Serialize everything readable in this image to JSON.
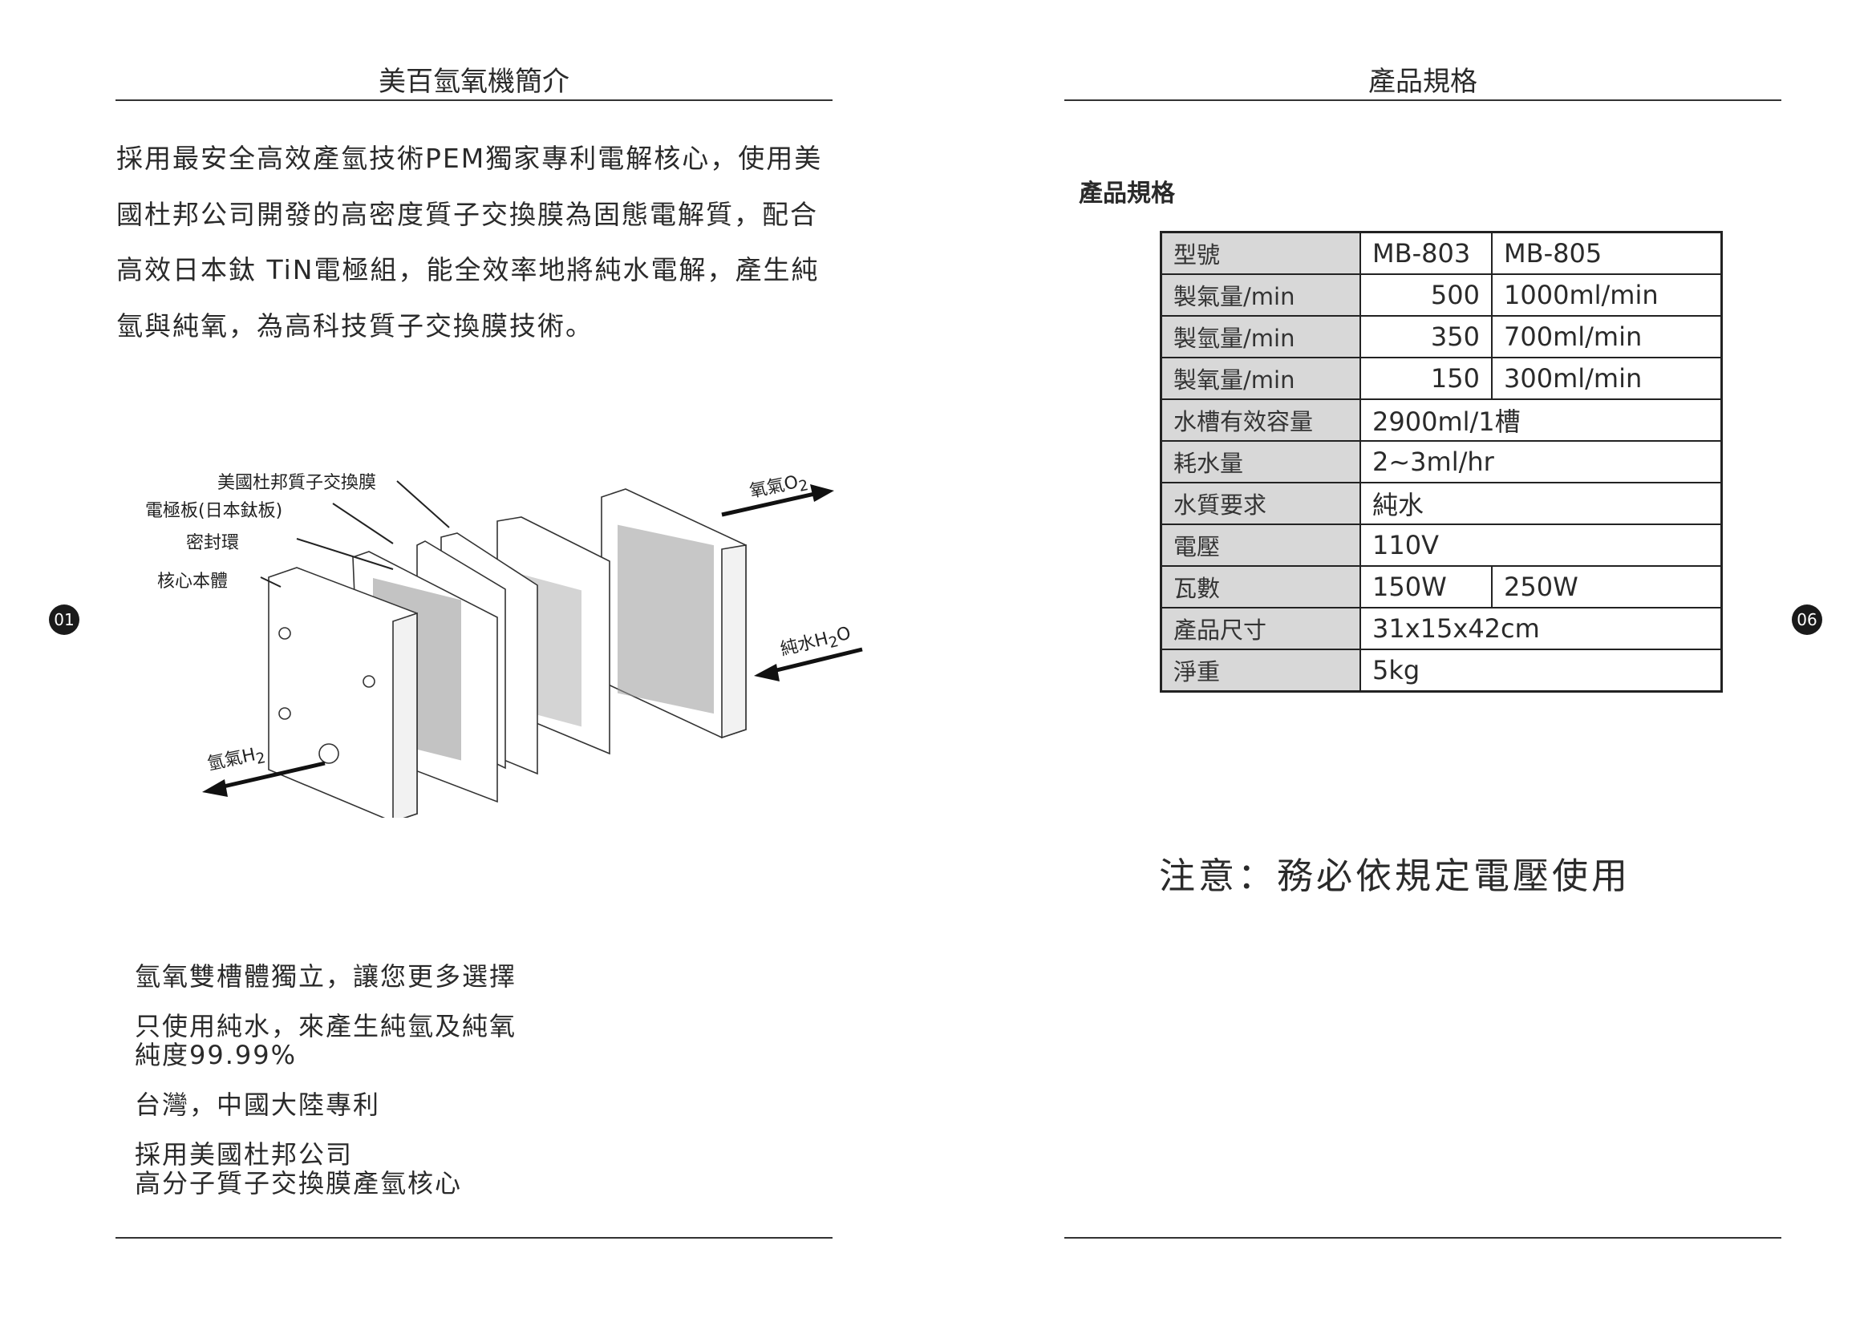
{
  "left_page": {
    "title": "美百氫氧機簡介",
    "paragraph": [
      "採用最安全高效產氫技術PEM獨家專利電解核心，使用美",
      "國杜邦公司開發的高密度質子交換膜為固態電解質，配合",
      "高效日本鈦 TiN電極組，能全效率地將純水電解，產生純",
      "氫與純氧，為高科技質子交換膜技術。"
    ],
    "diagram": {
      "labels": [
        "美國杜邦質子交換膜",
        "電極板(日本鈦板)",
        "密封環",
        "核心本體"
      ],
      "oxygen": "氧氣O",
      "oxygen_sub": "2",
      "water": "純水H",
      "water_sub": "2",
      "water_end": "O",
      "hydrogen": "氫氣H",
      "hydrogen_sub": "2"
    },
    "features": [
      "氫氧雙槽體獨立，讓您更多選擇",
      "只使用純水，來產生純氫及純氧",
      "純度99.99%",
      "台灣，中國大陸專利",
      "採用美國杜邦公司",
      "高分子質子交換膜產氫核心"
    ],
    "page_number": "01"
  },
  "right_page": {
    "title": "產品規格",
    "subtitle": "產品規格",
    "table": [
      [
        "型號",
        "MB-803",
        "MB-805"
      ],
      [
        "製氣量/min",
        "500",
        "1000ml/min"
      ],
      [
        "製氫量/min",
        "350",
        "700ml/min"
      ],
      [
        "製氧量/min",
        "150",
        "300ml/min"
      ],
      [
        "水槽有效容量",
        "2900ml/1槽"
      ],
      [
        "耗水量",
        "2~3ml/hr"
      ],
      [
        "水質要求",
        "純水"
      ],
      [
        "電壓",
        "110V"
      ],
      [
        "瓦數",
        "150W",
        "250W"
      ],
      [
        "產品尺寸",
        "31x15x42cm"
      ],
      [
        "淨重",
        "5kg"
      ]
    ],
    "notice": "注意：務必依規定電壓使用",
    "page_number": "06"
  }
}
